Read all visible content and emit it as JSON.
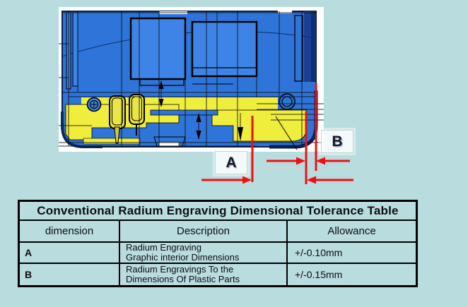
{
  "diagram": {
    "dimension_label_a": "A",
    "dimension_label_b": "B",
    "colors": {
      "page_background": "#b9dcde",
      "body_blue": "#2f74d8",
      "panel_blue": "#3d84e6",
      "highlight_yellow": "#f0ee3c",
      "dimension_red": "#ee1111"
    }
  },
  "table": {
    "title": "Conventional Radium Engraving Dimensional Tolerance Table",
    "columns": [
      "dimension",
      "Description",
      "Allowance"
    ],
    "rows": [
      {
        "dimension": "A",
        "description_line1": "Radium Engraving",
        "description_line2": "Graphic interior Dimensions",
        "allowance": "+/-0.10mm"
      },
      {
        "dimension": "B",
        "description_line1": "Radium Engravings To the",
        "description_line2": "Dimensions Of Plastic Parts",
        "allowance": "+/-0.15mm"
      }
    ]
  }
}
